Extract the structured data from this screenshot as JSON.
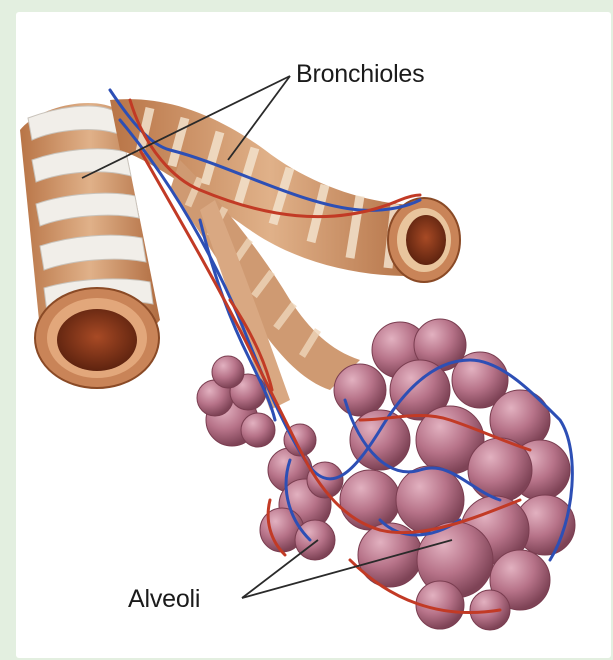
{
  "labels": {
    "bronchioles": "Bronchioles",
    "alveoli": "Alveoli"
  },
  "colors": {
    "page_bg": "#e3efe0",
    "tube": "#c98a5e",
    "tube_stripe": "#e6c9a8",
    "cartilage": "#f0ede8",
    "lumen": "#8a3a1f",
    "alveolus": "#a7647a",
    "artery": "#c23a25",
    "vein": "#2d4fb5"
  },
  "icons": [
    "bronchiole-tube",
    "alveolar-sac",
    "blood-vessel",
    "leader-line"
  ]
}
